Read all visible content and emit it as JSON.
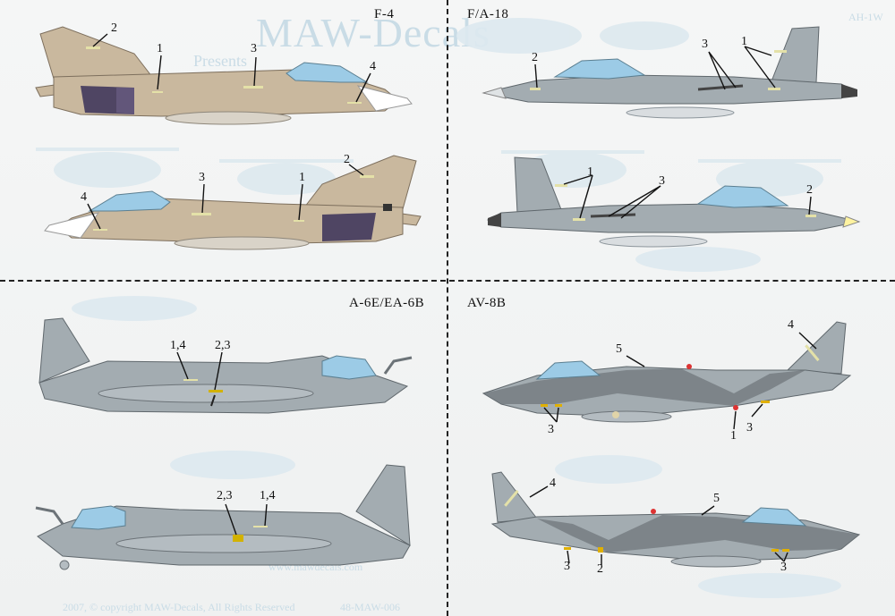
{
  "watermark": {
    "brand": "MAW-Decals",
    "tagline": "Presents",
    "website": "www.mawdecals.com",
    "copyright": "2007, © copyright MAW-Decals, All Rights Reserved",
    "sheet_code": "48-MAW-006",
    "corner_label": "AH-1W"
  },
  "panels": {
    "f4": {
      "title": "F-4",
      "top_callouts": [
        "2",
        "1",
        "3",
        "4"
      ],
      "bottom_callouts": [
        "2",
        "3",
        "1",
        "4"
      ]
    },
    "fa18": {
      "title": "F/A-18",
      "top_callouts": [
        "2",
        "3",
        "1"
      ],
      "bottom_callouts": [
        "1",
        "3",
        "2"
      ]
    },
    "a6": {
      "title": "A-6E/EA-6B",
      "top_callouts": [
        "1,4",
        "2,3"
      ],
      "bottom_callouts": [
        "2,3",
        "1,4"
      ]
    },
    "av8b": {
      "title": "AV-8B",
      "top_callouts": [
        "4",
        "5",
        "3",
        "1",
        "3"
      ],
      "bottom_callouts": [
        "4",
        "5",
        "3",
        "2",
        "3"
      ]
    }
  },
  "colors": {
    "paper": "#f4f5f5",
    "f4_tan": "#c9b89e",
    "navy_gray": "#a3acb1",
    "canopy_blue": "#9ccbe6",
    "dark_gray": "#6c7378",
    "watermark": "#c9dce6"
  }
}
